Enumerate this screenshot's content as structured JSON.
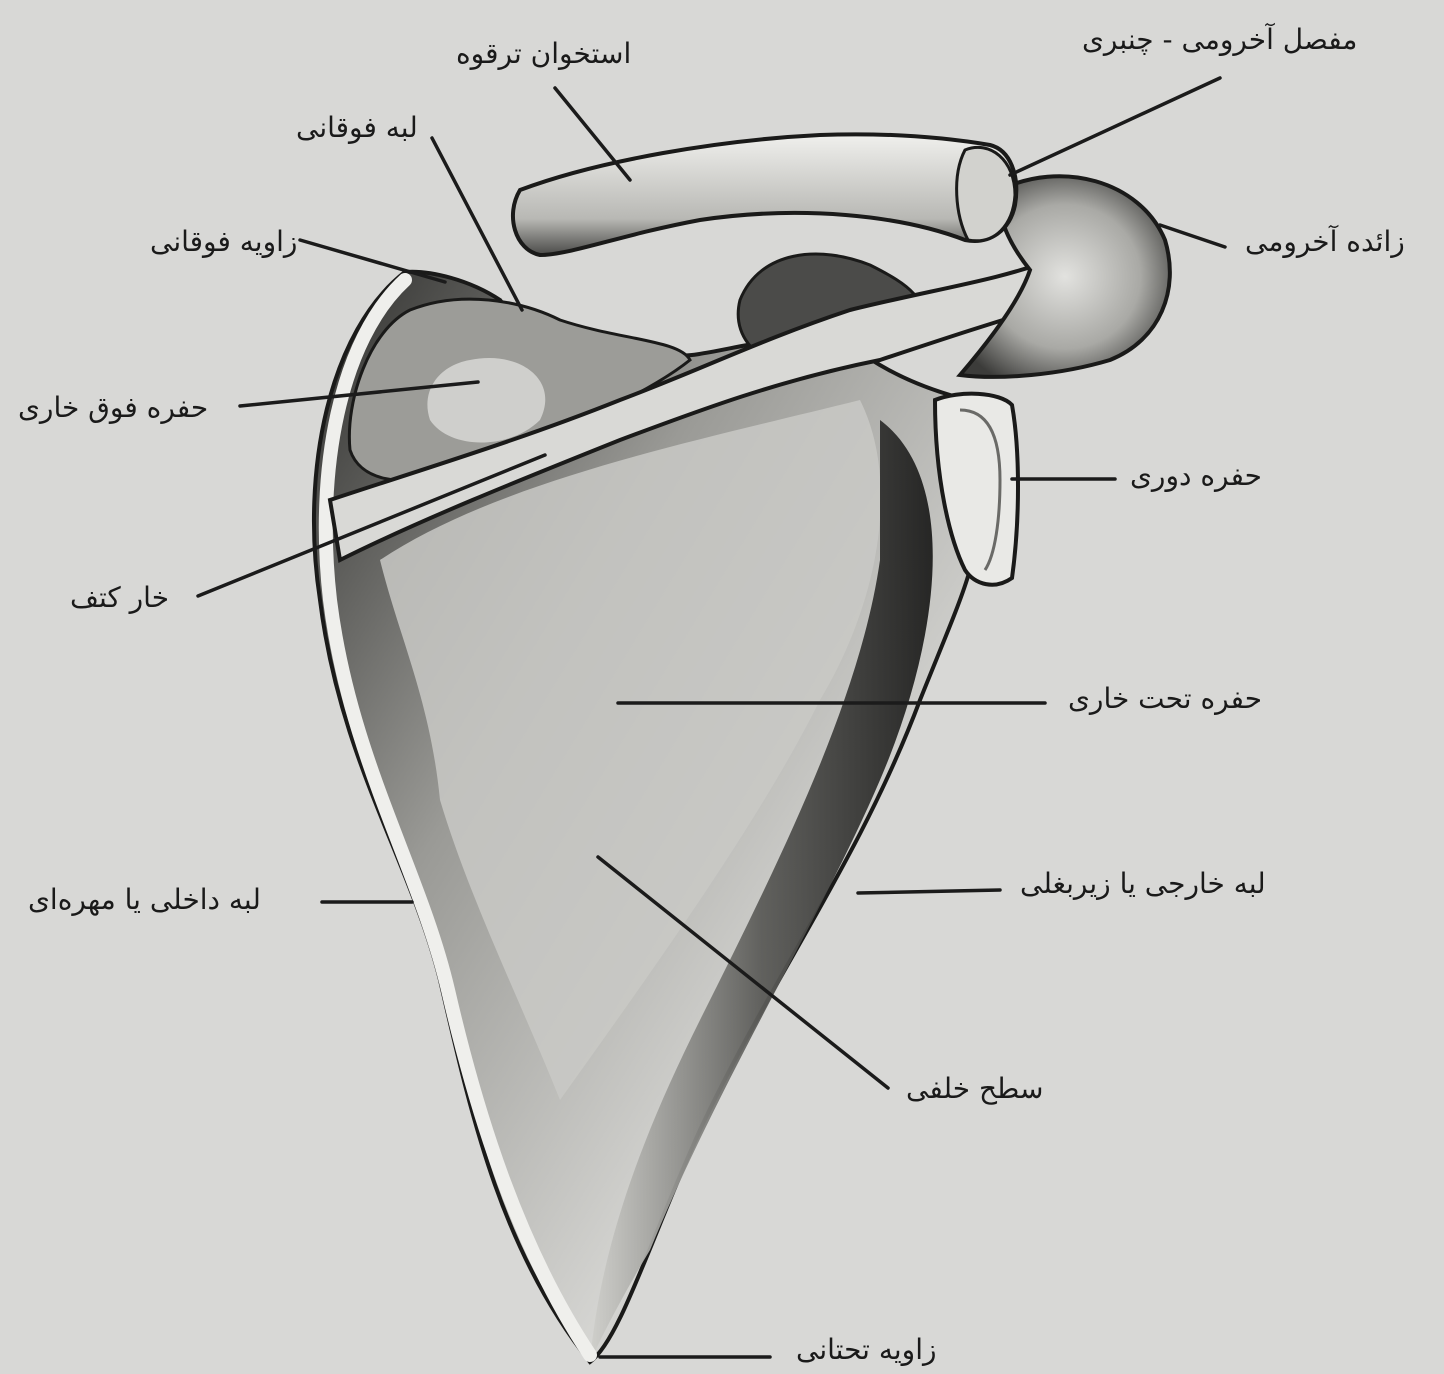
{
  "labels": {
    "acromioclavicular_joint": "مفصل آخرومی - چنبری",
    "clavicle": "استخوان ترقوه",
    "superior_border": "لبه فوقانی",
    "superior_angle": "زاویه فوقانی",
    "acromion_process": "زائده آخرومی",
    "supraspinous_fossa": "حفره فوق خاری",
    "glenoid_fossa": "حفره دوری",
    "spine_of_scapula": "خار کتف",
    "infraspinous_fossa": "حفره تحت خاری",
    "lateral_border": "لبه خارجی یا زیربغلی",
    "medial_border": "لبه داخلی یا مهره‌ای",
    "posterior_surface": "سطح خلفی",
    "inferior_angle": "زاویه تحتانی"
  }
}
